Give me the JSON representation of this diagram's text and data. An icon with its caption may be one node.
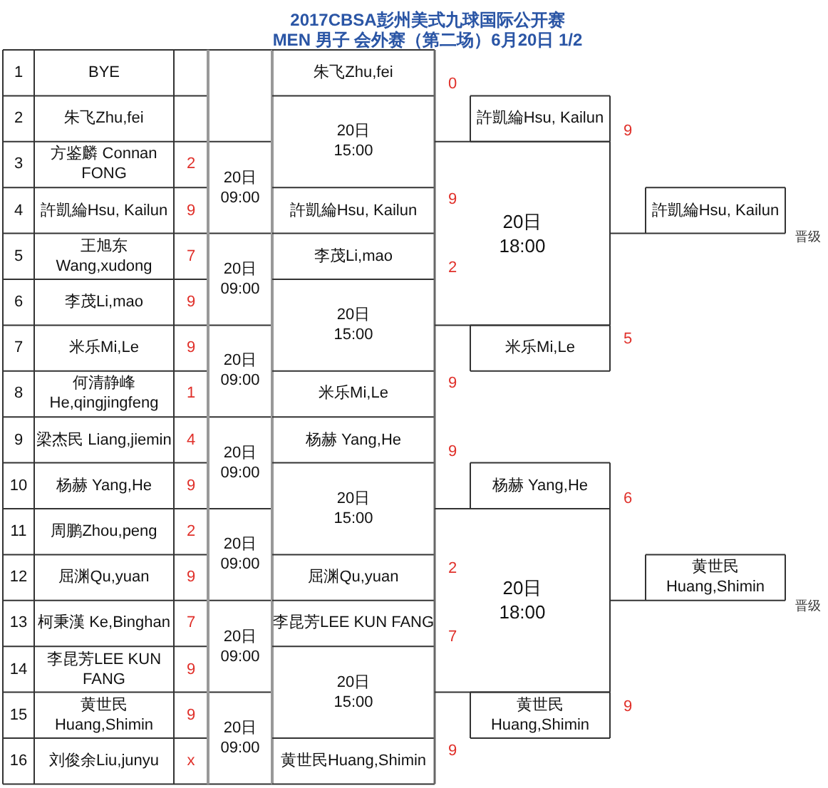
{
  "diagram": {
    "title": "2017CBSA彭州美式九球国际公开赛",
    "labels": [
      "MEN 男子 会外赛（第二场）6月20日 1/2",
      "1",
      "BYE",
      "朱飞Zhu,fei",
      "0",
      "2",
      "朱飞Zhu,fei",
      "20日 15:00",
      "許凱綸Hsu, Kailun",
      "9",
      "3",
      "方鉴麟 Connan FONG",
      "2",
      "20日 09:00",
      "4",
      "許凱綸Hsu, Kailun",
      "9",
      "許凱綸Hsu, Kailun",
      "9",
      "20日 18:00",
      "許凱綸Hsu, Kailun",
      "晋级",
      "5",
      "王旭东 Wang,xudong",
      "7",
      "20日 09:00",
      "李茂Li,mao",
      "2",
      "6",
      "李茂Li,mao",
      "9",
      "20日 15:00",
      "7",
      "米乐Mi,Le",
      "9",
      "20日 09:00",
      "米乐Mi,Le",
      "5",
      "8",
      "何清静峰 He,qingjingfeng",
      "1",
      "米乐Mi,Le",
      "9",
      "9",
      "梁杰民 Liang,jiemin",
      "4",
      "20日 09:00",
      "杨赫 Yang,He",
      "9",
      "10",
      "杨赫 Yang,He",
      "9",
      "20日 15:00",
      "杨赫 Yang,He",
      "6",
      "11",
      "周鹏Zhou,peng",
      "2",
      "20日 09:00",
      "12",
      "屈渊Qu,yuan",
      "9",
      "屈渊Qu,yuan",
      "2",
      "20日 18:00",
      "黄世民 Huang,Shimin",
      "晋级",
      "13",
      "柯秉漢 Ke,Binghan",
      "7",
      "20日 09:00",
      "李昆芳LEE KUN FANG",
      "7",
      "14",
      "李昆芳LEE KUN FANG",
      "9",
      "20日 15:00",
      "15",
      "黄世民 Huang,Shimin",
      "9",
      "20日 09:00",
      "黄世民 Huang,Shimin",
      "9",
      "16",
      "刘俊余Liu,junyu",
      "x",
      "黄世民Huang,Shimin",
      "9"
    ]
  }
}
